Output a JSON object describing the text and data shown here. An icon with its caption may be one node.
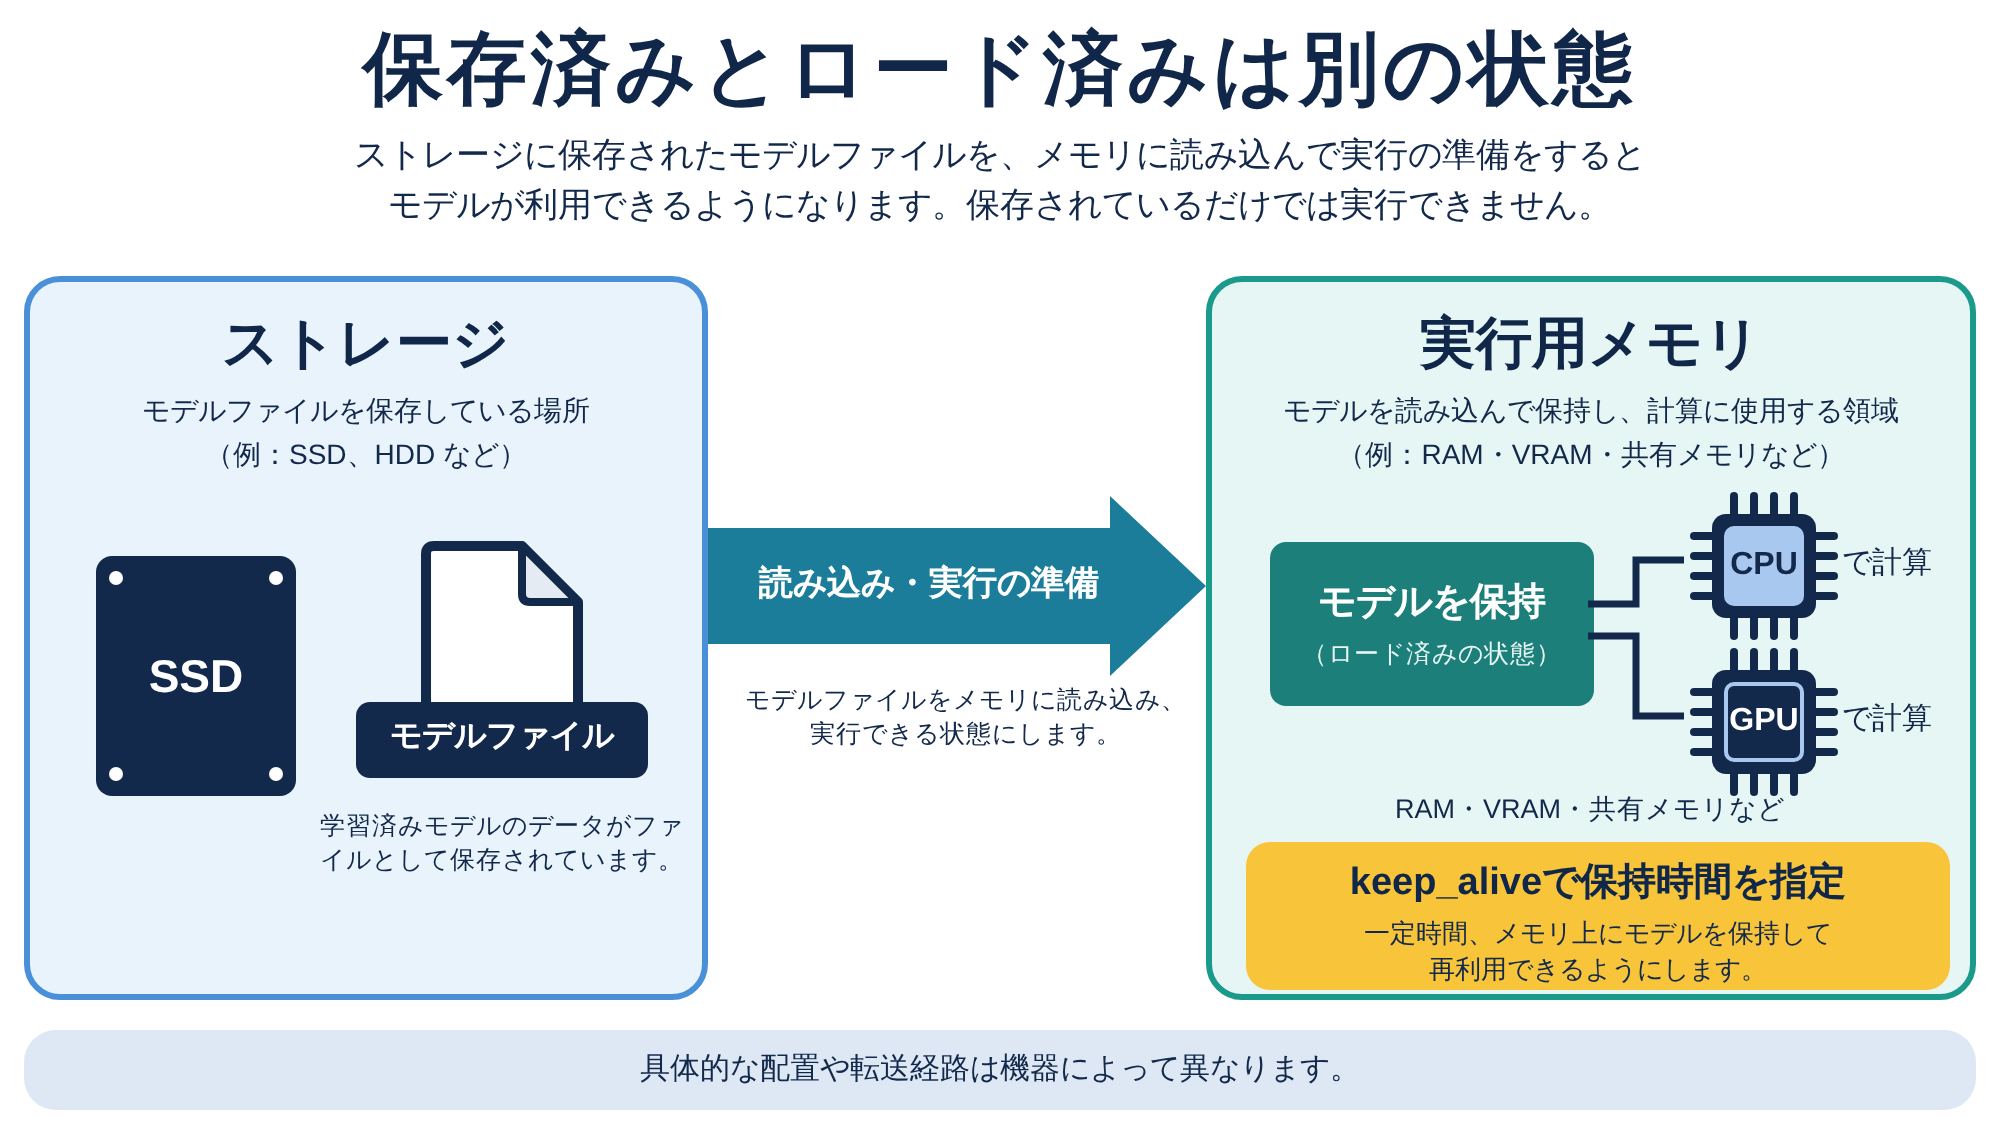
{
  "diagram": {
    "title": "保存済みとロード済みは別の状態",
    "nodes": [
      {
        "text": [
          "ストレージ",
          "モデルファイルを保存している場所（例：SSD、HDD など）"
        ]
      },
      {
        "text": [
          "SSD"
        ],
        "in": 0
      },
      {
        "text": [
          "モデルファイル"
        ],
        "in": 0,
        "beside": [
          "学習済みモデルのデータがファイルとして保存されています。"
        ]
      },
      {
        "text": [
          "実行用メモリ",
          "モデルを読み込んで保持し、計算に使用する領域（例：RAM・VRAM・共有メモリなど）"
        ]
      },
      {
        "text": [
          "モデルを保持",
          "（ロード済みの状態）"
        ],
        "in": 3
      },
      {
        "text": [
          "CPU"
        ],
        "in": 3,
        "beside": [
          "で計算"
        ]
      },
      {
        "text": [
          "GPU"
        ],
        "in": 3,
        "beside": [
          "で計算"
        ]
      },
      {
        "text": [
          "keep_aliveで保持時間を指定",
          "一定時間、メモリ上にモデルを保持して再利用できるようにします。"
        ],
        "in": 3
      },
      {
        "text": [
          "具体的な配置や転送経路は機器によって異なります。"
        ]
      }
    ],
    "edges": [
      {
        "from": 0,
        "to": 3,
        "arrow": "to",
        "label": "読み込み・実行の準備",
        "style": "thick",
        "color": "#1b7d99"
      },
      {
        "from": 4,
        "to": 5,
        "arrow": "none"
      },
      {
        "from": 4,
        "to": 6,
        "arrow": "none"
      }
    ],
    "labels": [
      "ストレージに保存されたモデルファイルを、メモリに読み込んで実行の準備をするとモデルが利用できるようになります。保存されているだけでは実行できません。",
      "モデルファイルをメモリに読み込み、実行できる状態にします。",
      "RAM・VRAM・共有メモリなど"
    ]
  }
}
